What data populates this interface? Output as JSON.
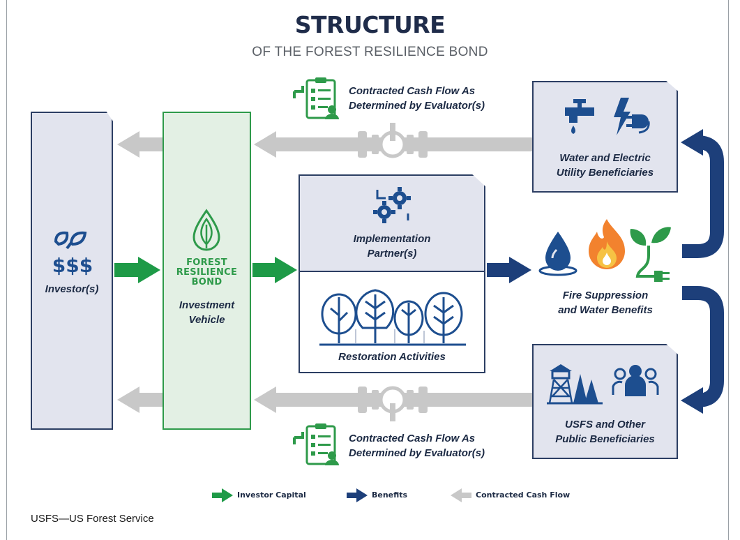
{
  "header": {
    "title": "STRUCTURE",
    "subtitle": "OF THE FOREST RESILIENCE BOND"
  },
  "nodes": {
    "investor": {
      "label": "Investor(s)"
    },
    "bond": {
      "name_lines": [
        "FOREST",
        "RESILIENCE",
        "BOND"
      ],
      "line1": "Investment",
      "line2": "Vehicle"
    },
    "implementation": {
      "line1": "Implementation",
      "line2": "Partner(s)"
    },
    "restoration": {
      "label": "Restoration Activities"
    },
    "water_utility": {
      "line1": "Water and Electric",
      "line2": "Utility Beneficiaries"
    },
    "benefits": {
      "line1": "Fire Suppression",
      "line2": "and Water Benefits"
    },
    "usfs": {
      "line1": "USFS and Other",
      "line2": "Public Beneficiaries"
    }
  },
  "cash_flow_labels": {
    "top": {
      "line1": "Contracted Cash Flow As",
      "line2": "Determined by Evaluator(s)"
    },
    "bottom": {
      "line1": "Contracted Cash Flow As",
      "line2": "Determined by Evaluator(s)"
    }
  },
  "legend": [
    {
      "label": "Investor Capital",
      "color": "#1e9a47"
    },
    {
      "label": "Benefits",
      "color": "#1d3f7a"
    },
    {
      "label": "Contracted Cash Flow",
      "color": "#c8c8c8"
    }
  ],
  "footnote": "USFS—US Forest Service",
  "colors": {
    "green": "#1e9a47",
    "navy": "#1d3f7a",
    "gray": "#c8c8c8",
    "box_fill": "#e2e4ee"
  },
  "icons": [
    "seedling-dollar-icon",
    "leaf-drop-icon",
    "gears-icon",
    "trees-icon",
    "faucet-icon",
    "plug-bolt-icon",
    "water-drop-icon",
    "flame-icon",
    "sprout-plug-icon",
    "watchtower-icon",
    "people-icon",
    "checklist-icon",
    "valve-icon"
  ]
}
